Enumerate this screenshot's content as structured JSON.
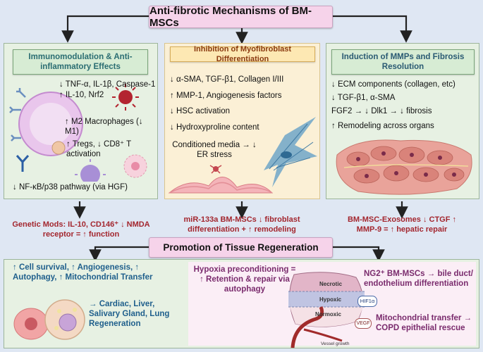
{
  "title": "Anti-fibrotic Mechanisms of BM-MSCs",
  "left_panel": {
    "header": "Immunomodulation & Anti-inflammatory Effects",
    "items": [
      "↓ TNF-α, IL-1β, Caspase-1",
      "↑ IL-10, Nrf2",
      "↑ M2 Macrophages (↓ M1)",
      "↑ Tregs, ↓ CD8⁺ T activation",
      "↓ NF-κB/p38 pathway (via HGF)"
    ],
    "footer": "Genetic Mods: IL-10, CD146⁺ ↓ NMDA receptor = ↑ function"
  },
  "mid_panel": {
    "header": "Inhibition of Myofibroblast Differentiation",
    "items": [
      "↓ α-SMA, TGF-β1, Collagen I/III",
      "↑ MMP-1, Angiogenesis factors",
      "↓ HSC activation",
      "↓ Hydroxyproline content",
      "Conditioned media → ↓ ER stress"
    ],
    "footer": "miR-133a BM-MSCs ↓ fibroblast differentiation + ↑ remodeling"
  },
  "right_panel": {
    "header": "Induction of MMPs and Fibrosis Resolution",
    "items": [
      "↓ ECM components (collagen, etc)",
      "↓ TGF-β1, α-SMA",
      "FGF2 → ↓ Dlk1 → ↓ fibrosis",
      "↑ Remodeling across organs"
    ],
    "footer": "BM-MSC-Exosomes ↓ CTGF ↑ MMP-9 = ↑ hepatic repair"
  },
  "promotion": "Promotion of Tissue Regeneration",
  "bottom_left": {
    "text1": "↑ Cell survival, ↑ Angiogenesis, ↑ Autophagy, ↑ Mitochondrial Transfer",
    "text2": "→ Cardiac, Liver, Salivary Gland, Lung Regeneration"
  },
  "bottom_right": {
    "hypoxia": "Hypoxia preconditioning = ↑ Retention & repair via autophagy",
    "ng2": "NG2⁺ BM-MSCs → bile duct/ endothelium differentiation",
    "mito": "Mitochondrial transfer → COPD epithelial rescue",
    "zones": [
      "Necrotic",
      "Hypoxic",
      "Normoxic"
    ],
    "hif": "HIF1α",
    "vegf": "VEGF",
    "vessel": "Vessel growth"
  },
  "colors": {
    "pink_box": "#f6d3ea",
    "panel_green": "#e7f1e3",
    "panel_yellow": "#fbf0d6",
    "red_text": "#a3262e",
    "blue_text": "#1f5f8c"
  }
}
